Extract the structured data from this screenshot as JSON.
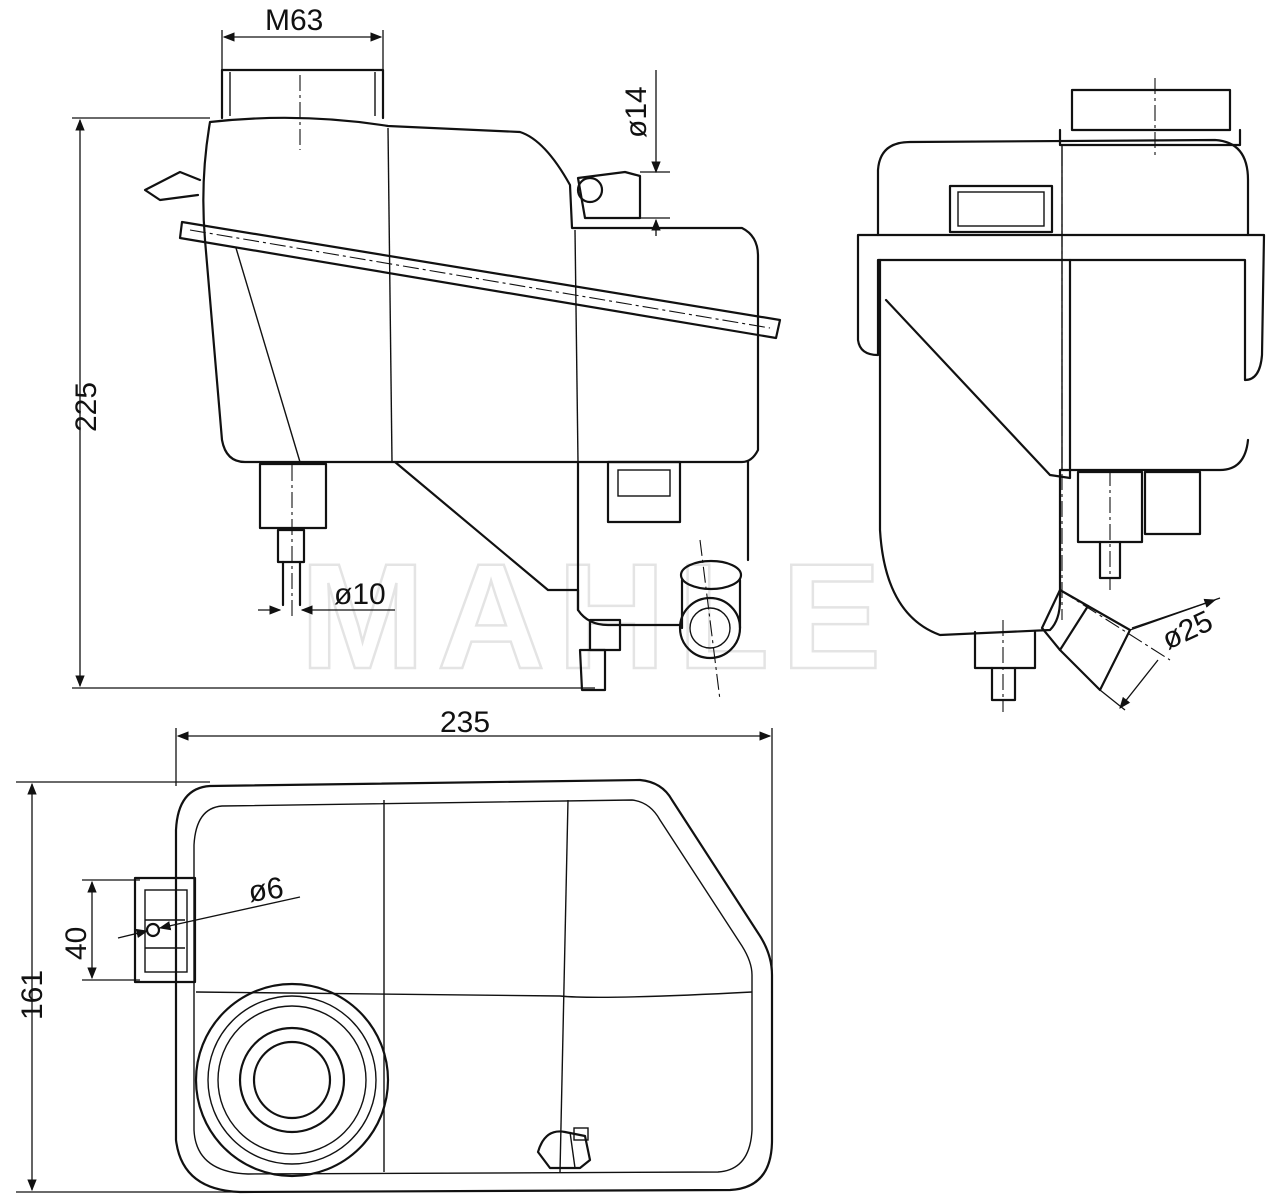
{
  "watermark": "MAHLE",
  "dimensions": {
    "cap_thread": "M63",
    "hose_top": "ø14",
    "height": "225",
    "outlet_left": "ø10",
    "width": "235",
    "depth": "161",
    "mount_spacing": "40",
    "mount_hole": "ø6",
    "outlet_side": "ø25"
  }
}
